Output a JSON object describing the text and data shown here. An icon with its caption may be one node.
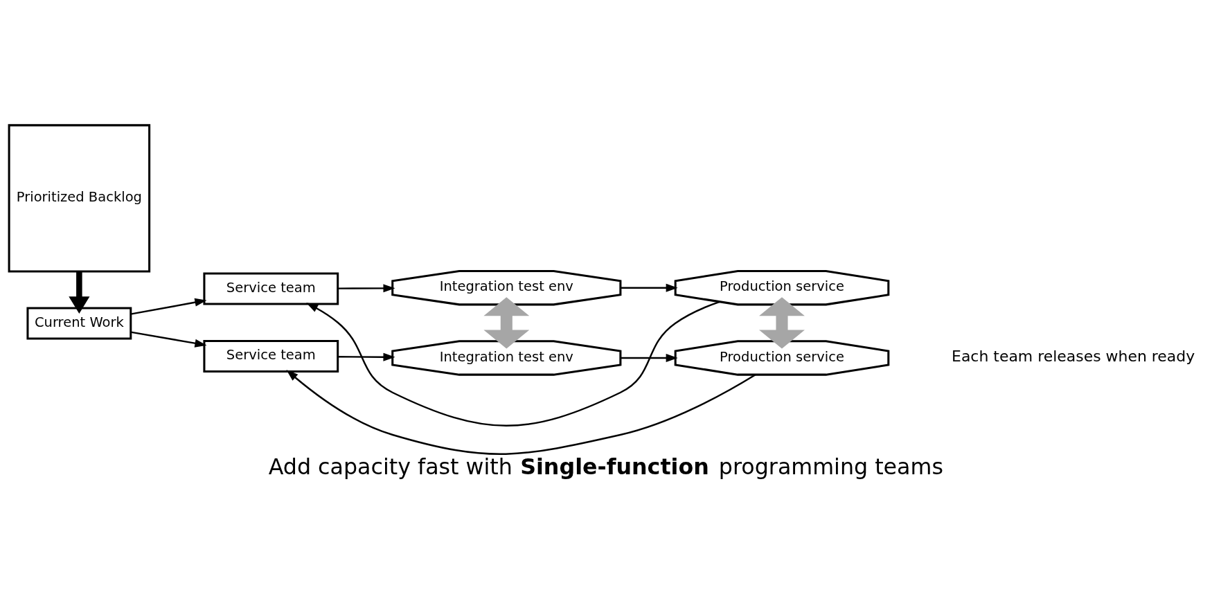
{
  "diagram": {
    "caption": "Add capacity fast with **Single-function** programming teams",
    "nodes": [
      {
        "text": [
          "Current Work"
        ]
      },
      {
        "text": [
          "Prioritized Backlog"
        ]
      },
      {
        "text": [
          "Service team"
        ]
      },
      {
        "text": [
          "Integration test env"
        ]
      },
      {
        "text": [
          "Production service"
        ]
      },
      {
        "text": [
          "Service team"
        ]
      },
      {
        "text": [
          "Integration test env"
        ]
      },
      {
        "text": [
          "Production service"
        ]
      }
    ],
    "edges": [
      {
        "from": 1,
        "to": 0,
        "arrow": "to",
        "style": "thick"
      },
      {
        "from": 0,
        "to": 2,
        "arrow": "to"
      },
      {
        "from": 0,
        "to": 5,
        "arrow": "to"
      },
      {
        "from": 2,
        "to": 3,
        "arrow": "to"
      },
      {
        "from": 3,
        "to": 4,
        "arrow": "to"
      },
      {
        "from": 4,
        "to": 2,
        "arrow": "to"
      },
      {
        "from": 5,
        "to": 6,
        "arrow": "to"
      },
      {
        "from": 6,
        "to": 7,
        "arrow": "to"
      },
      {
        "from": 7,
        "to": 5,
        "arrow": "to"
      },
      {
        "from": 3,
        "to": 6,
        "arrow": "both",
        "style": "thick",
        "color": "#a6a6a6"
      },
      {
        "from": 4,
        "to": 7,
        "arrow": "both",
        "style": "thick",
        "color": "#a6a6a6"
      }
    ],
    "labels": [
      "Each team releases when ready"
    ]
  }
}
